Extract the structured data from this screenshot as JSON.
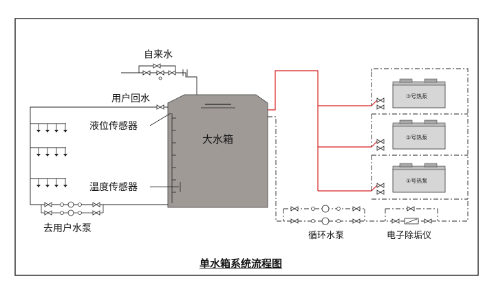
{
  "labels": {
    "tap_water": "自来水",
    "user_return": "用户回水",
    "level_sensor": "液位传感器",
    "tank": "大水箱",
    "temp_sensor": "温度传感器",
    "user_pump": "去用户水泵",
    "circ_pump": "循环水泵",
    "descaler": "电子除垢仪",
    "title": "单水箱系统流程图"
  },
  "heat_pumps": [
    {
      "label": "③号热泵"
    },
    {
      "label": "②号热泵"
    },
    {
      "label": "①号热泵"
    }
  ],
  "colors": {
    "hot_line": "#d81e1e",
    "pipe": "#222222",
    "tank_fill": "#a09a97",
    "pump_fill": "#d8d8d8"
  }
}
